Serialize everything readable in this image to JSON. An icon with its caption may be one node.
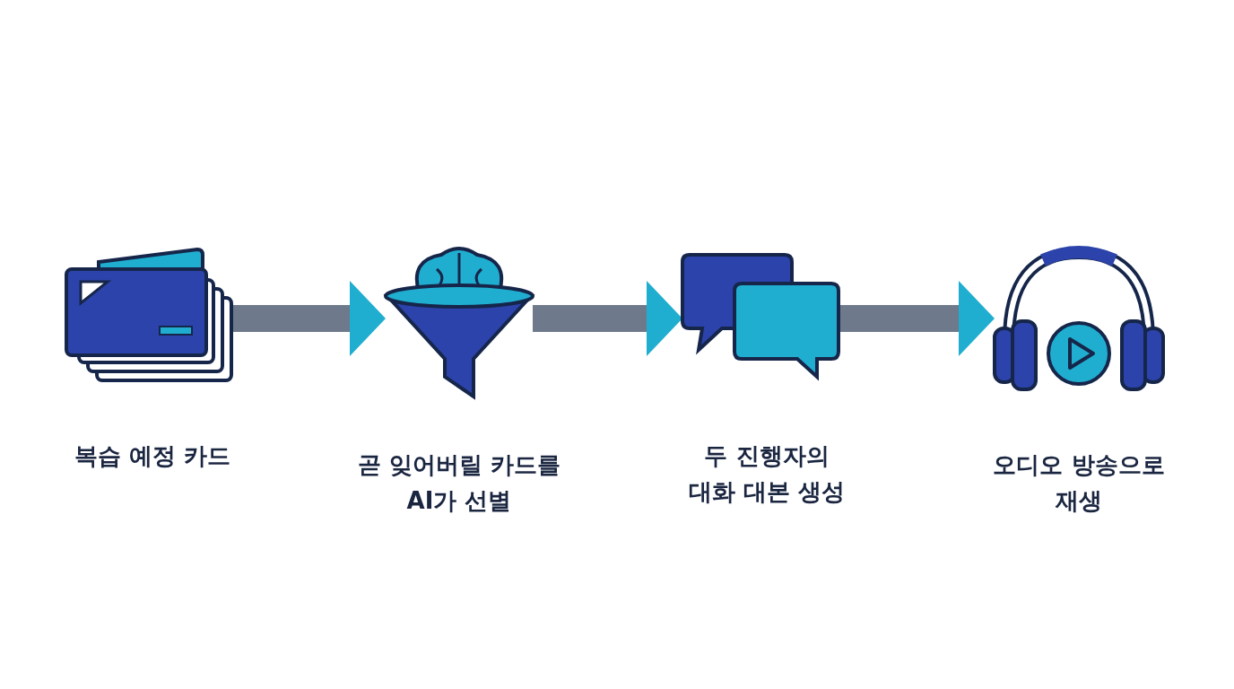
{
  "diagram": {
    "nodes": [
      {
        "text": [
          "복습 예정 카드"
        ]
      },
      {
        "text": [
          "곧 잊어버릴 카드를 AI가 선별"
        ]
      },
      {
        "text": [
          "두 진행자의 대화 대본 생성"
        ]
      },
      {
        "text": [
          "오디오 방송으로 재생"
        ]
      }
    ],
    "edges": [
      {
        "from": 0,
        "to": 1,
        "arrow": "to"
      },
      {
        "from": 1,
        "to": 2,
        "arrow": "to"
      },
      {
        "from": 2,
        "to": 3,
        "arrow": "to"
      }
    ]
  }
}
